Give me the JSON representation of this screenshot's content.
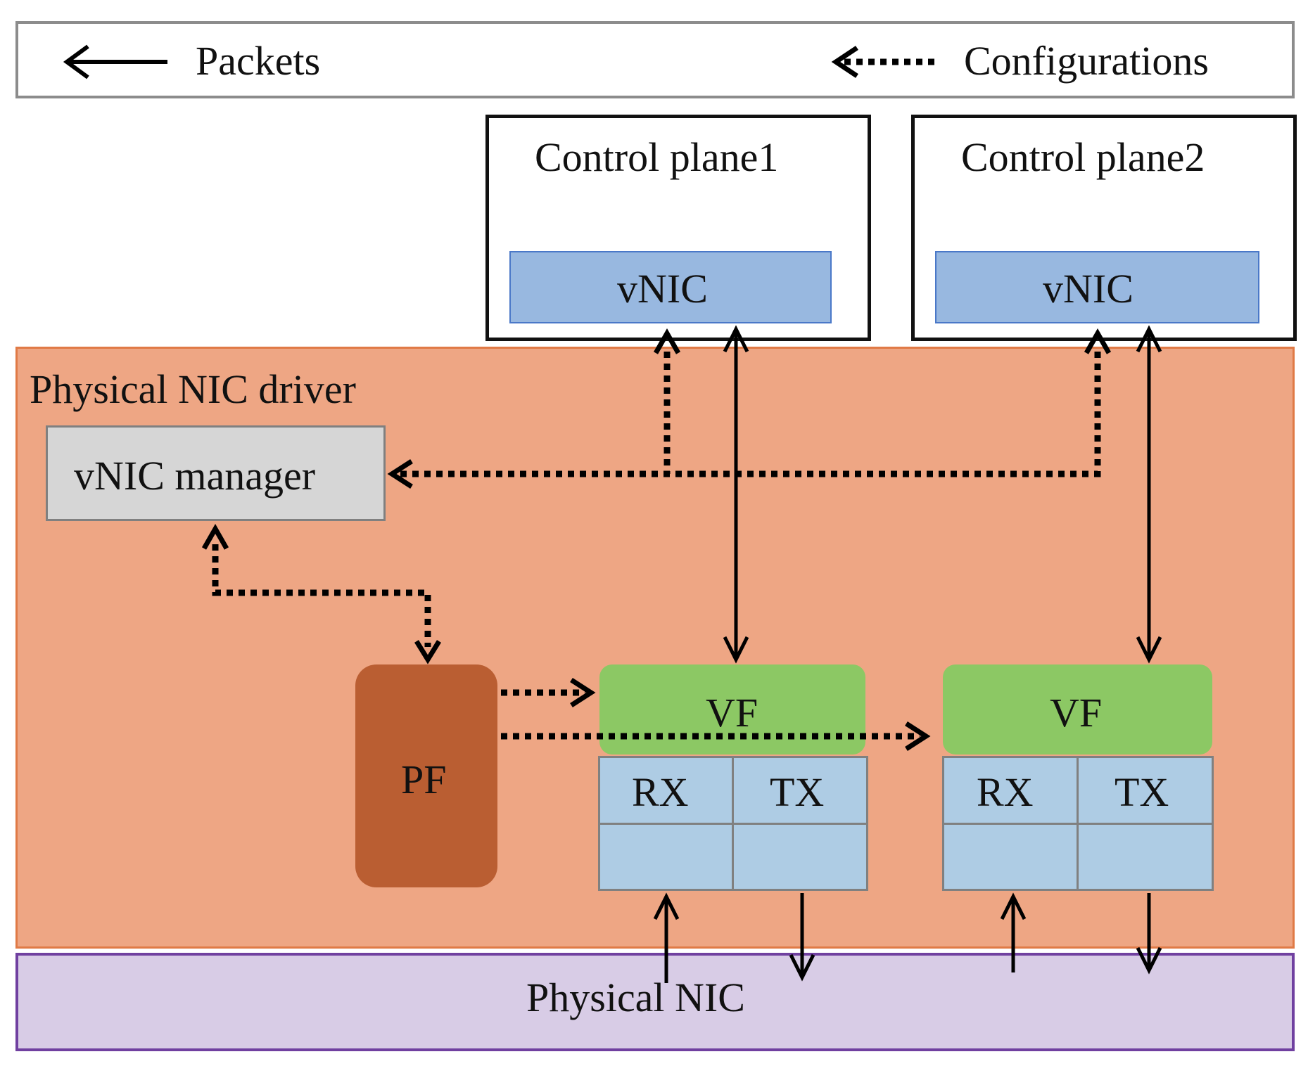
{
  "legend": {
    "packets_label": "Packets",
    "configurations_label": "Configurations"
  },
  "control_plane_1": {
    "title": "Control plane1",
    "vnic_label": "vNIC"
  },
  "control_plane_2": {
    "title": "Control plane2",
    "vnic_label": "vNIC"
  },
  "driver": {
    "title": "Physical NIC driver",
    "vnic_manager_label": "vNIC manager",
    "pf_label": "PF",
    "vf1": {
      "label": "VF",
      "rx_label": "RX",
      "tx_label": "TX"
    },
    "vf2": {
      "label": "VF",
      "rx_label": "RX",
      "tx_label": "TX"
    }
  },
  "physical_nic": {
    "label": "Physical NIC"
  },
  "colors": {
    "driver_fill": "#EEA684",
    "driver_border": "#E07A46",
    "vnic_fill": "#98B8E0",
    "vnic_border": "#4A78C8",
    "vnic_manager_fill": "#D6D6D6",
    "pf_fill": "#BA5E32",
    "vf_fill": "#8CC864",
    "queue_fill": "#AECCE4",
    "physical_nic_fill": "#D8CCE6",
    "physical_nic_border": "#7040A0"
  }
}
